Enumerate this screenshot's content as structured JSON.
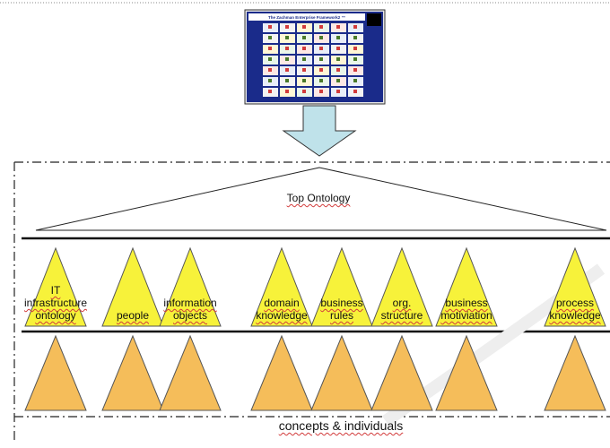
{
  "framework_title": "The Zachman Enterprise Framework2 ™",
  "top_ontology_label": "Top Ontology",
  "bottom_label": "concepts & individuals",
  "ontologies": [
    {
      "id": "it",
      "lines": [
        "IT",
        "infrastructure",
        "ontology"
      ]
    },
    {
      "id": "people",
      "lines": [
        "people"
      ]
    },
    {
      "id": "information",
      "lines": [
        "information",
        "objects"
      ]
    },
    {
      "id": "domain",
      "lines": [
        "domain",
        "knowledge"
      ]
    },
    {
      "id": "business-rules",
      "lines": [
        "business",
        "rules"
      ]
    },
    {
      "id": "org",
      "lines": [
        "org.",
        "structure"
      ]
    },
    {
      "id": "motivation",
      "lines": [
        "business",
        "motiviation"
      ]
    },
    {
      "id": "process",
      "lines": [
        "process",
        "knowledge"
      ]
    }
  ],
  "colors": {
    "upper_triangle": "#f7f23a",
    "lower_triangle": "#f5bd5a",
    "arrow_fill": "#bfe2ea",
    "framework_bg": "#1a2b8a",
    "accent_red": "#d23c3c"
  }
}
